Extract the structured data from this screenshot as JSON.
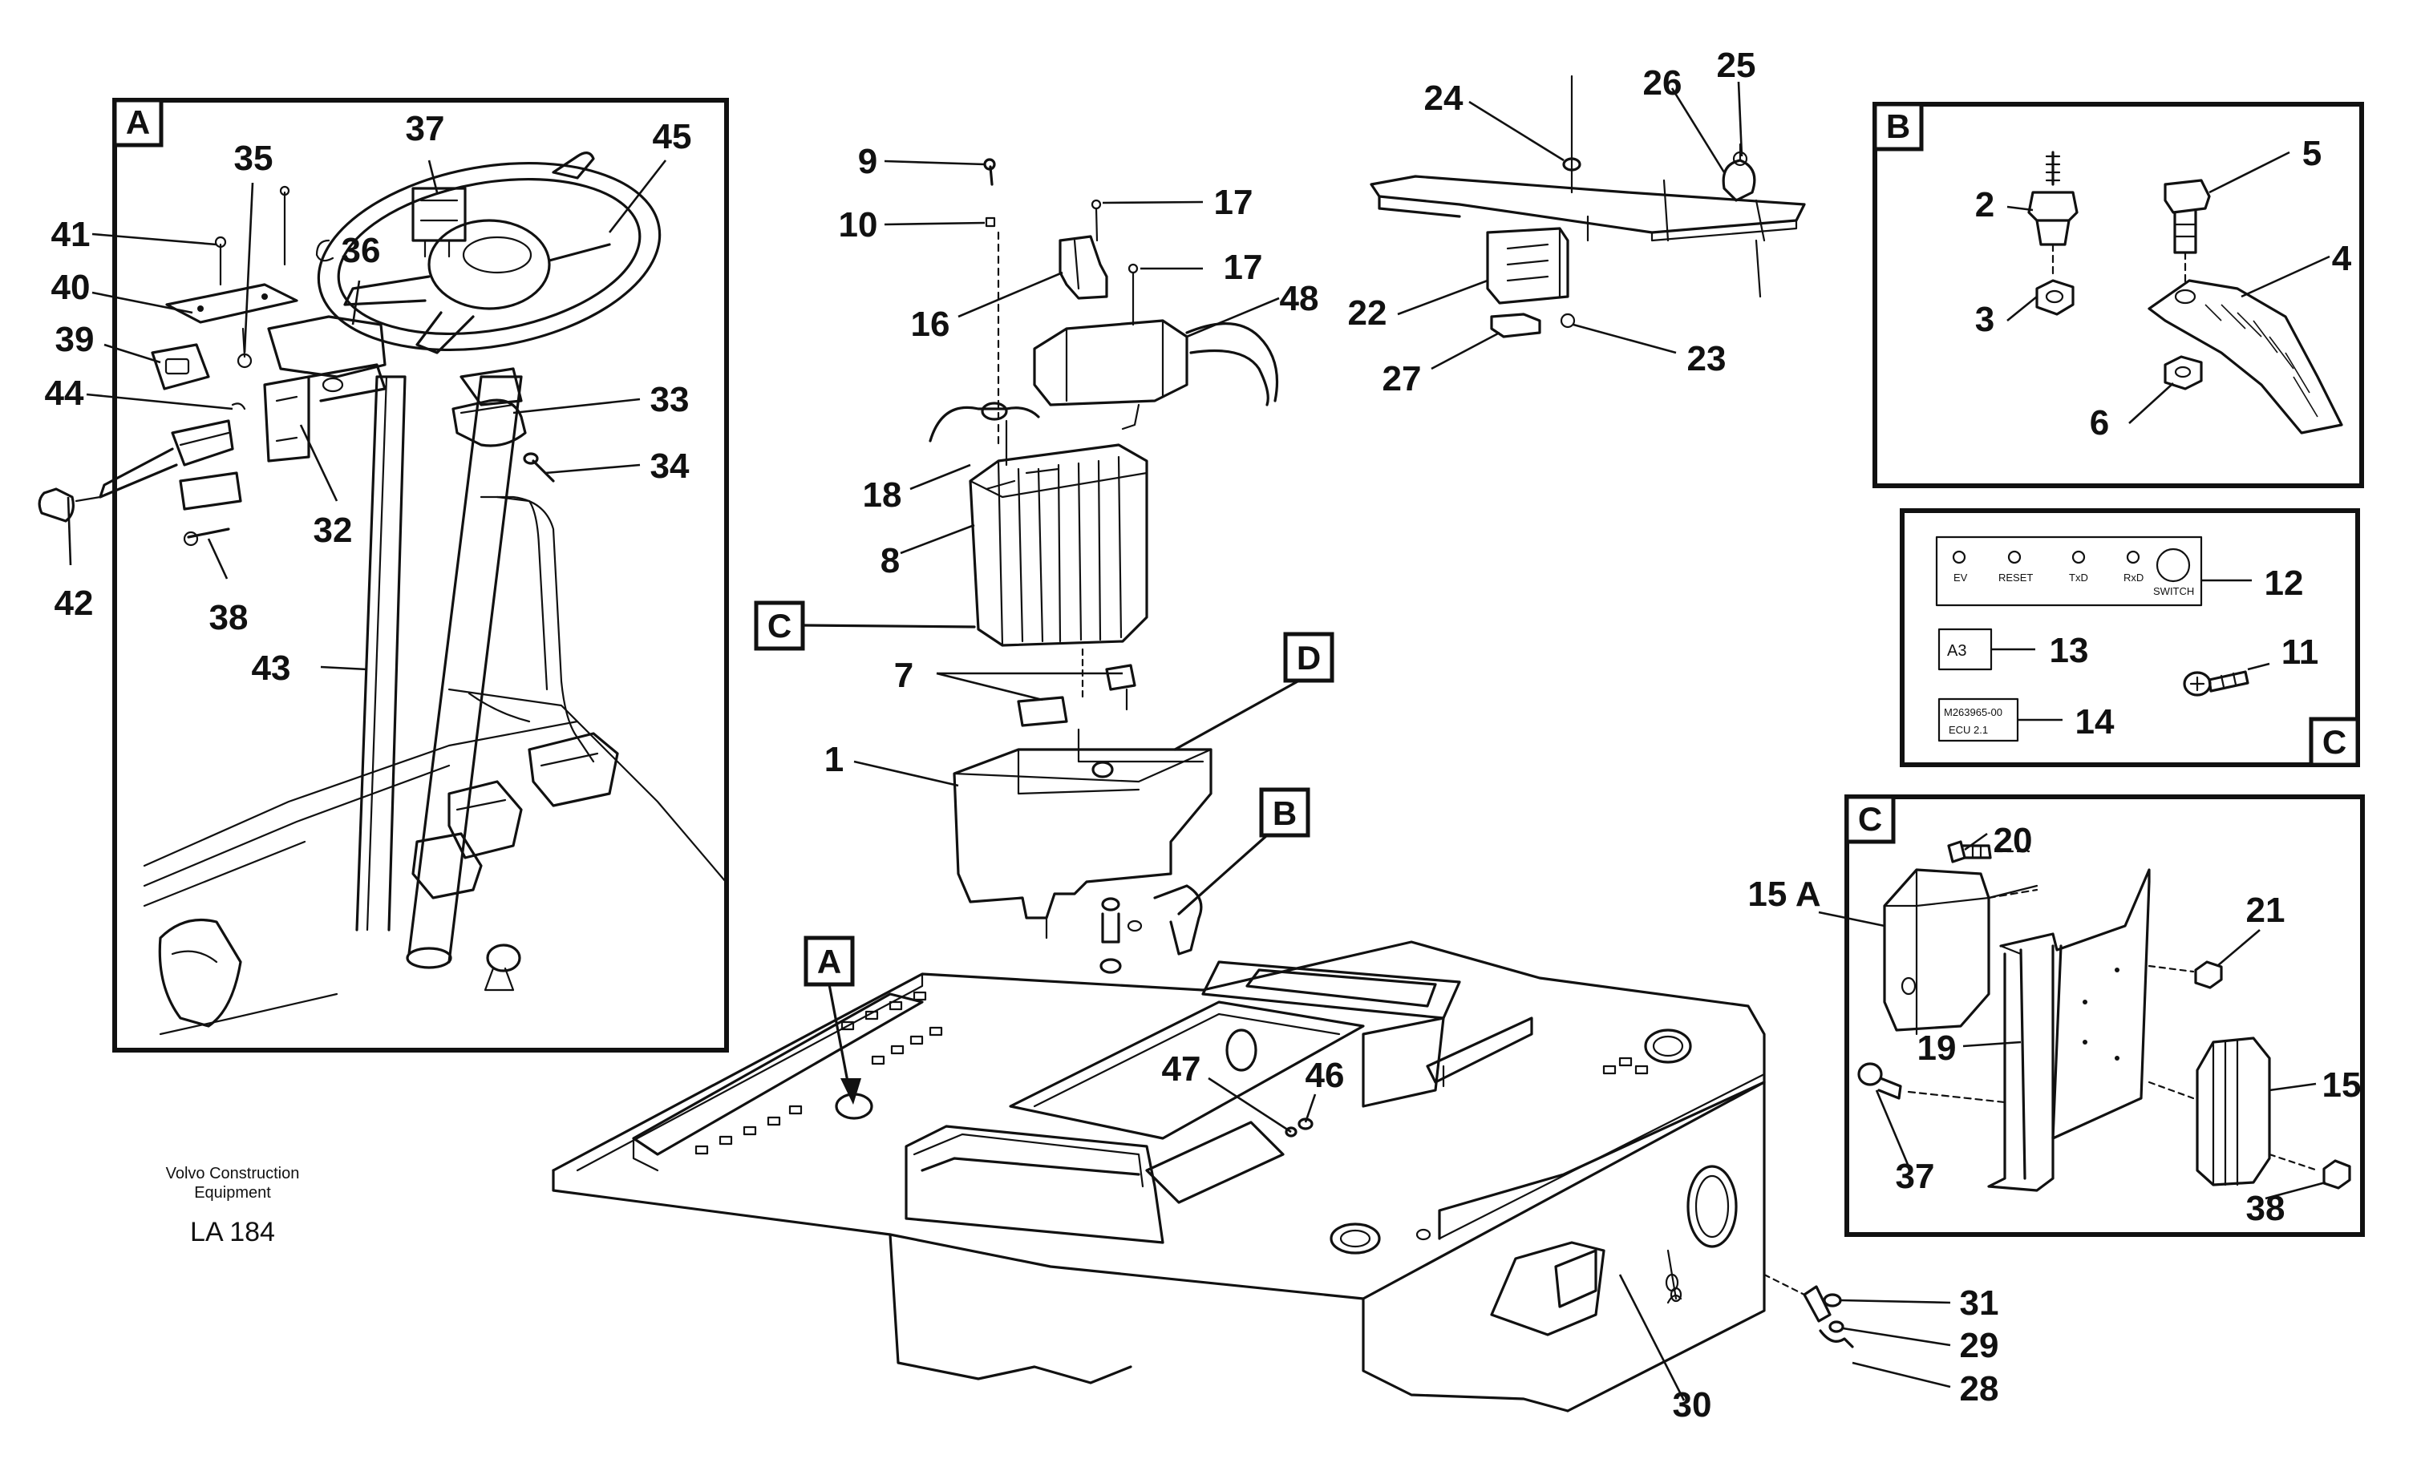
{
  "footer": {
    "company_line1": "Volvo Construction",
    "company_line2": "Equipment",
    "figure_code": "LA 184"
  },
  "detail_boxes": {
    "A": "A",
    "B": "B",
    "C_small": "C",
    "C_large": "C"
  },
  "reference_tags": {
    "C": "C",
    "D": "D",
    "B": "B",
    "A": "A"
  },
  "panel_text": {
    "led_ev": "EV",
    "led_reset": "RESET",
    "led_txd": "TxD",
    "led_rxd": "RxD",
    "switch": "SWITCH",
    "label_a3": "A3",
    "label_ecu_line1": "M263965-00",
    "label_ecu_line2": "ECU 2.1"
  },
  "callouts": {
    "c1": "1",
    "c2": "2",
    "c3": "3",
    "c4": "4",
    "c5": "5",
    "c6": "6",
    "c7": "7",
    "c8": "8",
    "c9": "9",
    "c10": "10",
    "c11": "11",
    "c12": "12",
    "c13": "13",
    "c14": "14",
    "c15": "15",
    "c15a": "15 A",
    "c16": "16",
    "c17a": "17",
    "c17b": "17",
    "c18": "18",
    "c19": "19",
    "c20": "20",
    "c21": "21",
    "c22": "22",
    "c23": "23",
    "c24": "24",
    "c25": "25",
    "c26": "26",
    "c27": "27",
    "c28": "28",
    "c29": "29",
    "c30": "30",
    "c31": "31",
    "c32": "32",
    "c33": "33",
    "c34": "34",
    "c35": "35",
    "c36": "36",
    "c37a": "37",
    "c37b": "37",
    "c38a": "38",
    "c38b": "38",
    "c39": "39",
    "c40": "40",
    "c41": "41",
    "c42": "42",
    "c43": "43",
    "c44": "44",
    "c45": "45",
    "c46": "46",
    "c47": "47",
    "c48": "48"
  }
}
